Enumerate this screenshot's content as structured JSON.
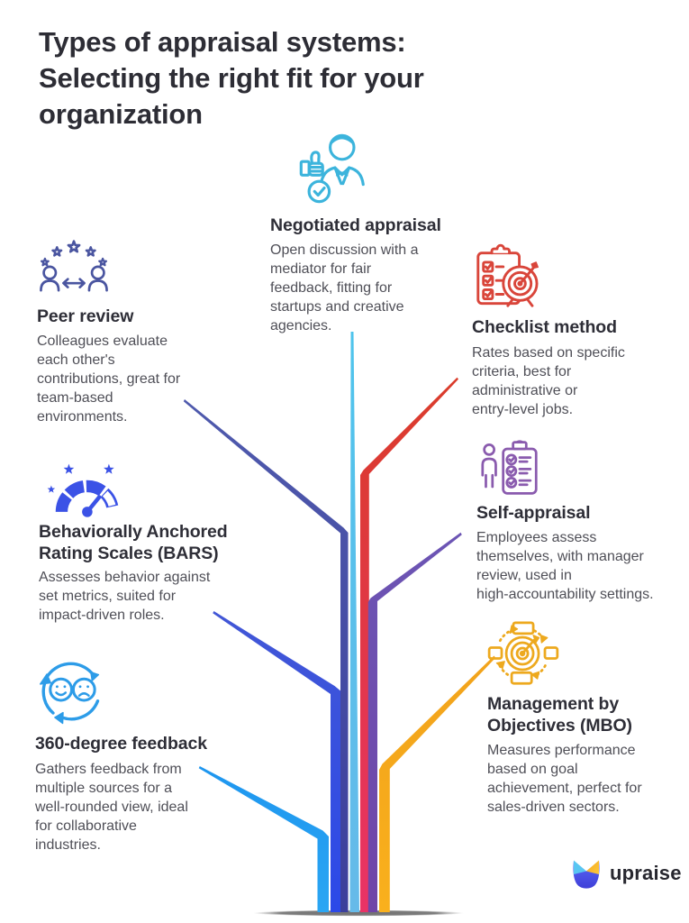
{
  "page": {
    "title": "Types of appraisal systems: Selecting the right fit for your organization",
    "title_lines": [
      "Types of appraisal systems:",
      "Selecting the right fit for your",
      "organization"
    ],
    "background_color": "#FFFFFF"
  },
  "sections": [
    {
      "id": "negotiated-appraisal",
      "title": "Negotiated appraisal",
      "description": "Open discussion with a mediator for fair feedback, fitting for startups and creative agencies.",
      "description_lines": [
        "Open discussion with a",
        "mediator for fair",
        "feedback, fitting for",
        "startups and creative",
        "agencies."
      ],
      "icon": "mediator-thumbs-up-icon",
      "color": "#3CB4DC"
    },
    {
      "id": "peer-review",
      "title": "Peer review",
      "description": "Colleagues evaluate each other's contributions, great for team-based environments.",
      "description_lines": [
        "Colleagues evaluate",
        "each other's",
        "contributions, great for",
        "team-based",
        "environments."
      ],
      "icon": "peer-people-arrows-icon",
      "color": "#4A55A0"
    },
    {
      "id": "checklist-method",
      "title": "Checklist method",
      "description": "Rates based on specific criteria, best for administrative or entry-level jobs.",
      "description_lines": [
        "Rates based on specific",
        "criteria, best for",
        "administrative or",
        "entry-level jobs."
      ],
      "icon": "clipboard-target-icon",
      "color": "#D9453A"
    },
    {
      "id": "bars",
      "title": "Behaviorally Anchored Rating Scales (BARS)",
      "title_lines": [
        "Behaviorally Anchored",
        "Rating Scales (BARS)"
      ],
      "description": "Assesses behavior against set metrics, suited for impact-driven roles.",
      "description_lines": [
        "Assesses behavior against",
        "set metrics, suited for",
        "impact-driven roles."
      ],
      "icon": "gauge-stars-icon",
      "color": "#3B52E6"
    },
    {
      "id": "self-appraisal",
      "title": "Self-appraisal",
      "description": "Employees assess themselves, with manager review, used in high-accountability settings.",
      "description_lines": [
        "Employees assess",
        "themselves, with manager",
        "review, used in",
        "high-accountability settings."
      ],
      "icon": "person-checklist-icon",
      "color": "#8A5BAE"
    },
    {
      "id": "360-degree-feedback",
      "title": "360-degree feedback",
      "description": "Gathers feedback from multiple sources for a well-rounded view, ideal for collaborative industries.",
      "description_lines": [
        "Gathers feedback from",
        "multiple sources for a",
        "well-rounded view, ideal",
        "for collaborative",
        "industries."
      ],
      "icon": "circular-arrows-faces-icon",
      "color": "#2D9CE8"
    },
    {
      "id": "mbo",
      "title": "Management by Objectives (MBO)",
      "title_lines": [
        "Management by",
        "Objectives (MBO)"
      ],
      "description": "Measures performance based on goal achievement, perfect for sales-driven sectors.",
      "description_lines": [
        "Measures performance",
        "based on goal",
        "achievement, perfect for",
        "sales-driven sectors."
      ],
      "icon": "target-cycle-icon",
      "color": "#EDA91E"
    }
  ],
  "fountain": {
    "lines": [
      {
        "section": "negotiated-appraisal",
        "color_top": "#4FC4EC",
        "color_bottom": "#66BAE9"
      },
      {
        "section": "peer-review",
        "color_top": "#4F5AAD",
        "color_bottom": "#3C3F9B"
      },
      {
        "section": "bars",
        "color_top": "#4257D6",
        "color_bottom": "#2C49E8"
      },
      {
        "section": "360-degree-feedback",
        "color_top": "#1E96EF",
        "color_bottom": "#2BA6F3"
      },
      {
        "section": "checklist-method",
        "color_top": "#DA3C2B",
        "color_bottom": "#E93366"
      },
      {
        "section": "self-appraisal",
        "color_top": "#6C55B4",
        "color_bottom": "#7045A8"
      },
      {
        "section": "mbo",
        "color_top": "#F2A31B",
        "color_bottom": "#F9B01D"
      }
    ],
    "shadow_color": "#777777"
  },
  "logo": {
    "text": "upraise",
    "mark_colors": {
      "body": "#4550E8",
      "left_ear": "#58C6F2",
      "right_ear": "#F7A71C"
    }
  }
}
